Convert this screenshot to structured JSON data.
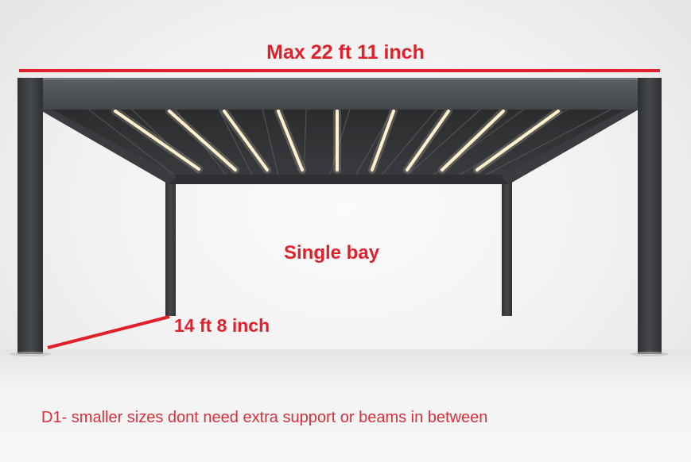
{
  "annotations": {
    "width_label": "Max 22 ft 11 inch",
    "bay_label": "Single bay",
    "depth_label": "14 ft 8 inch",
    "note": "D1- smaller sizes dont need extra support or beams in between"
  },
  "colors": {
    "annotation_red": "#e0202a",
    "frame": "#3d3f41",
    "led": "#fff1cc"
  }
}
